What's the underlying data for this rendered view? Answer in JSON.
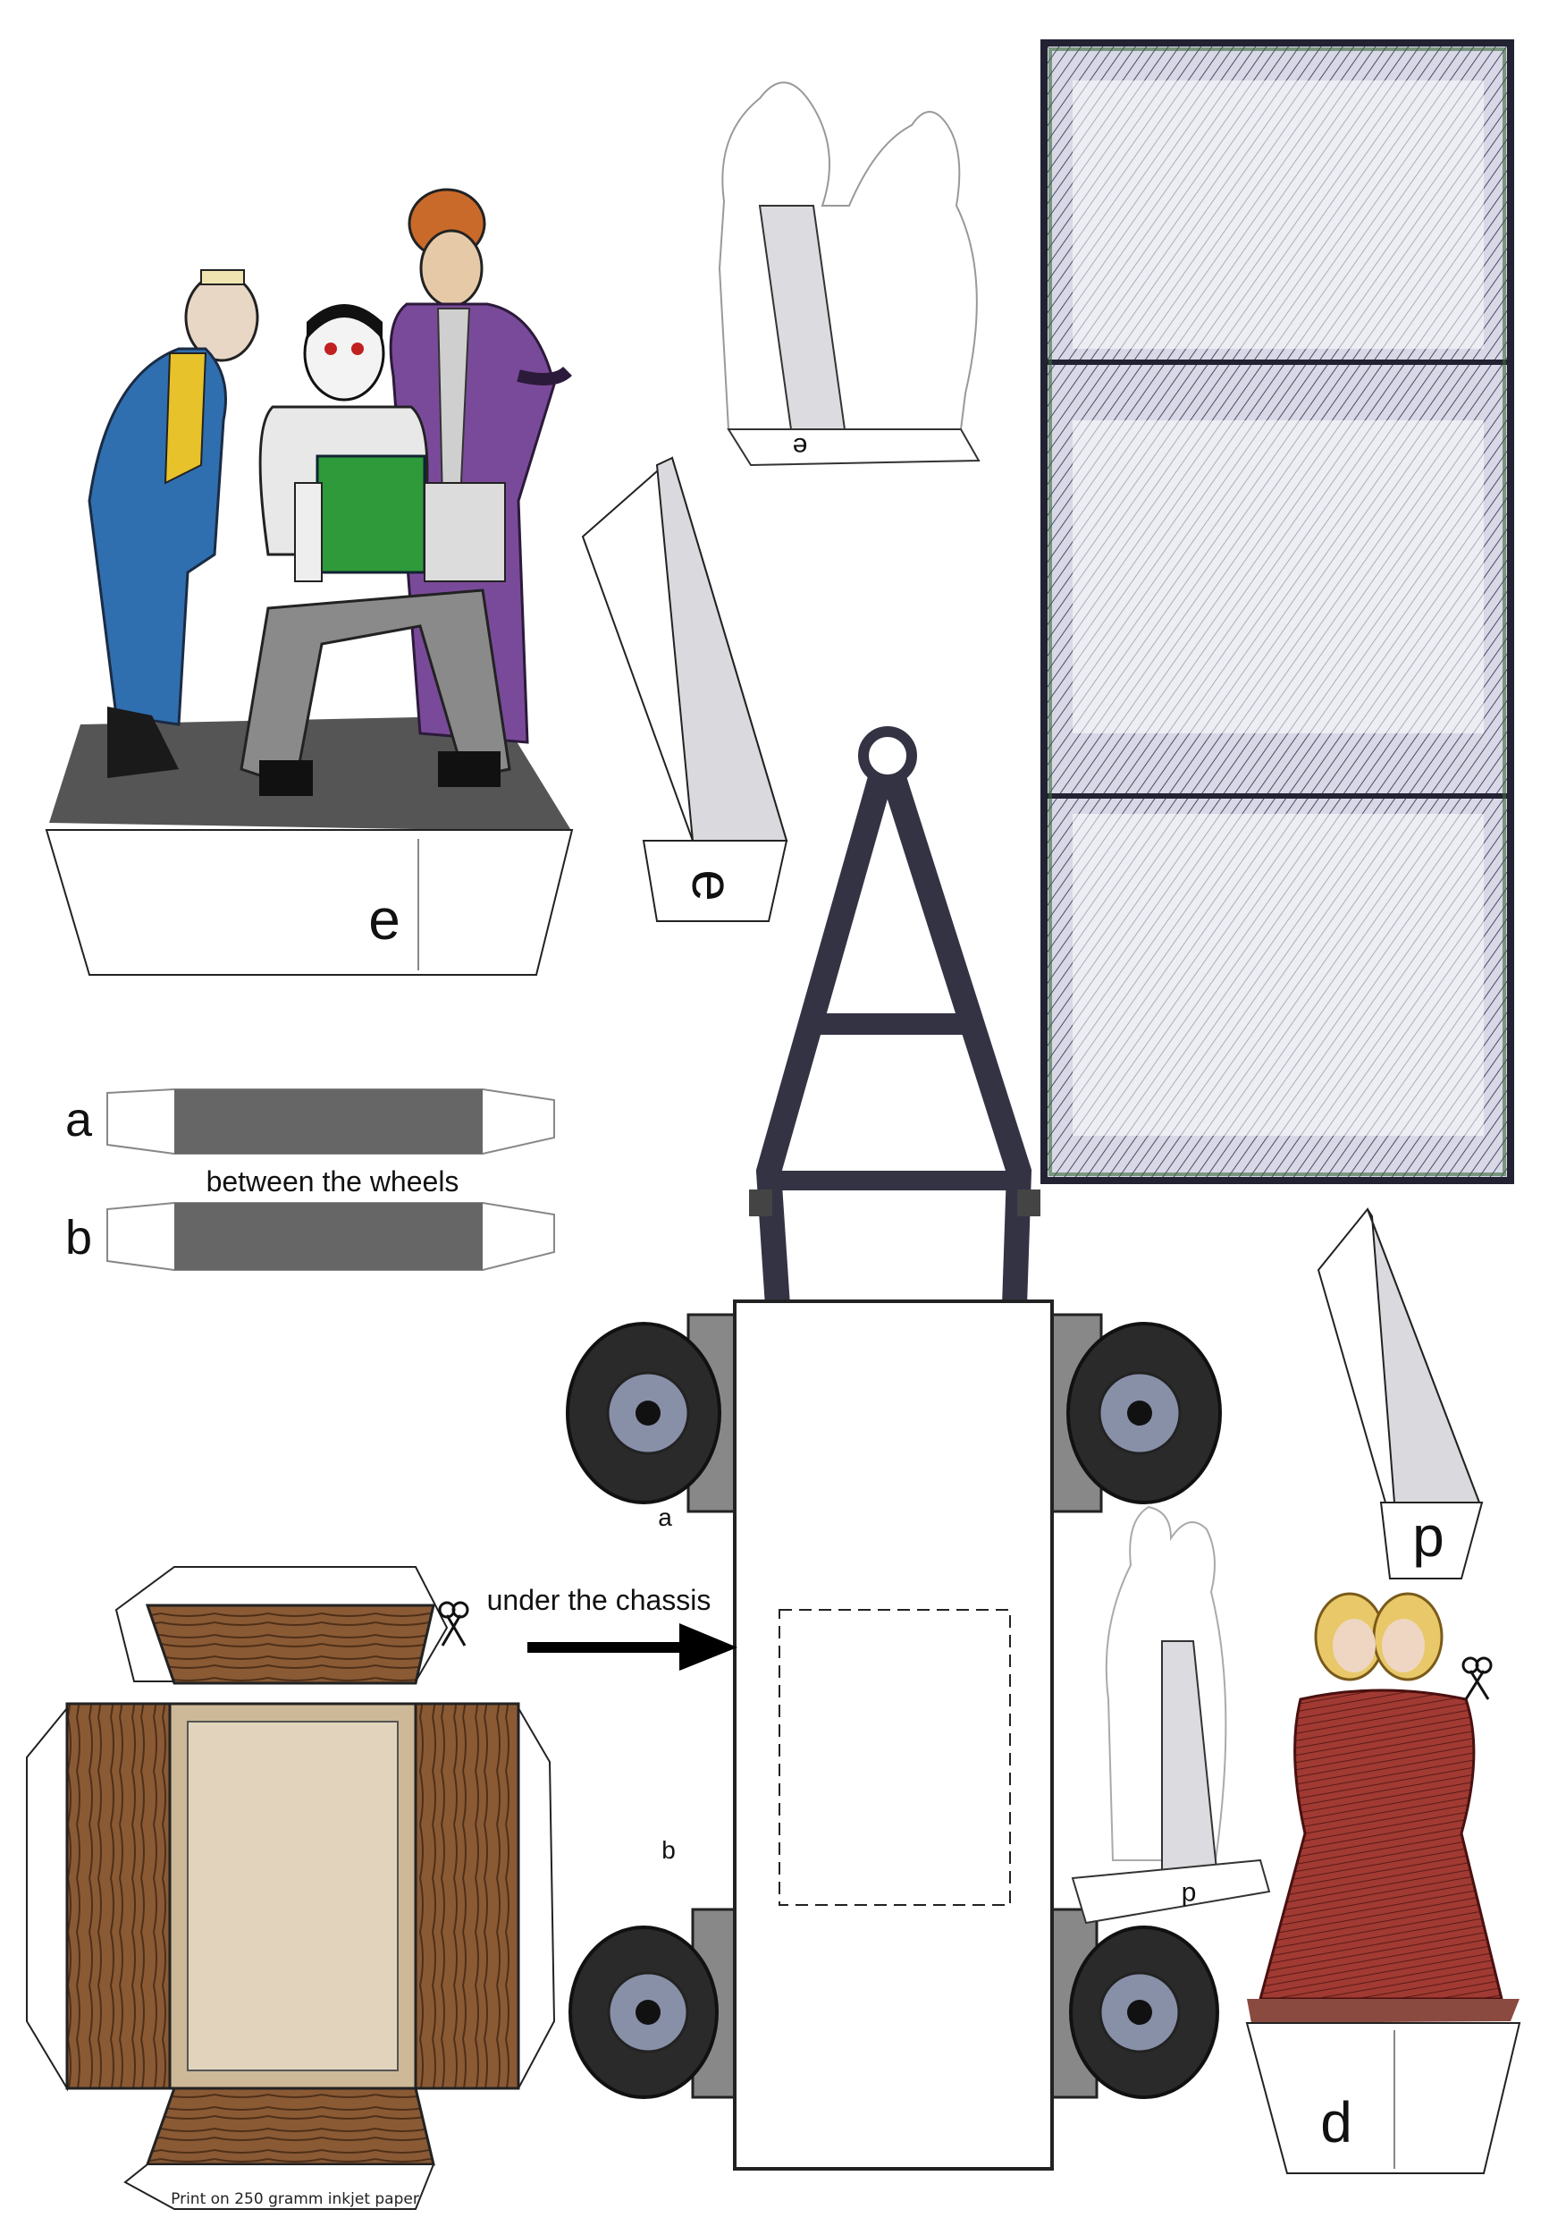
{
  "page": {
    "background": "#ffffff"
  },
  "colors": {
    "strip_fill": "#666666",
    "truck_frame": "#333344",
    "panel_green": "#3a6a3a",
    "wood": "#7a5030",
    "dress_red": "#8a2a25",
    "suit_blue": "#2f6fb0",
    "coat_purple": "#7a4a9a",
    "accordion_green": "#2e9a3a"
  },
  "labels": {
    "base_e": "e",
    "tab_e": "e",
    "ghost_e": "e",
    "strip_a": "a",
    "strip_b": "b",
    "between_wheels": "between the wheels",
    "tab_d": "d",
    "ghost_d": "d",
    "base_d": "d",
    "axle_a": "a",
    "axle_b": "b",
    "under_chassis": "under the chassis",
    "print_note": "Print on 250 gramm inkjet paper"
  },
  "icons": {
    "scissors": "scissors-icon",
    "arrow": "arrow-right-icon"
  }
}
